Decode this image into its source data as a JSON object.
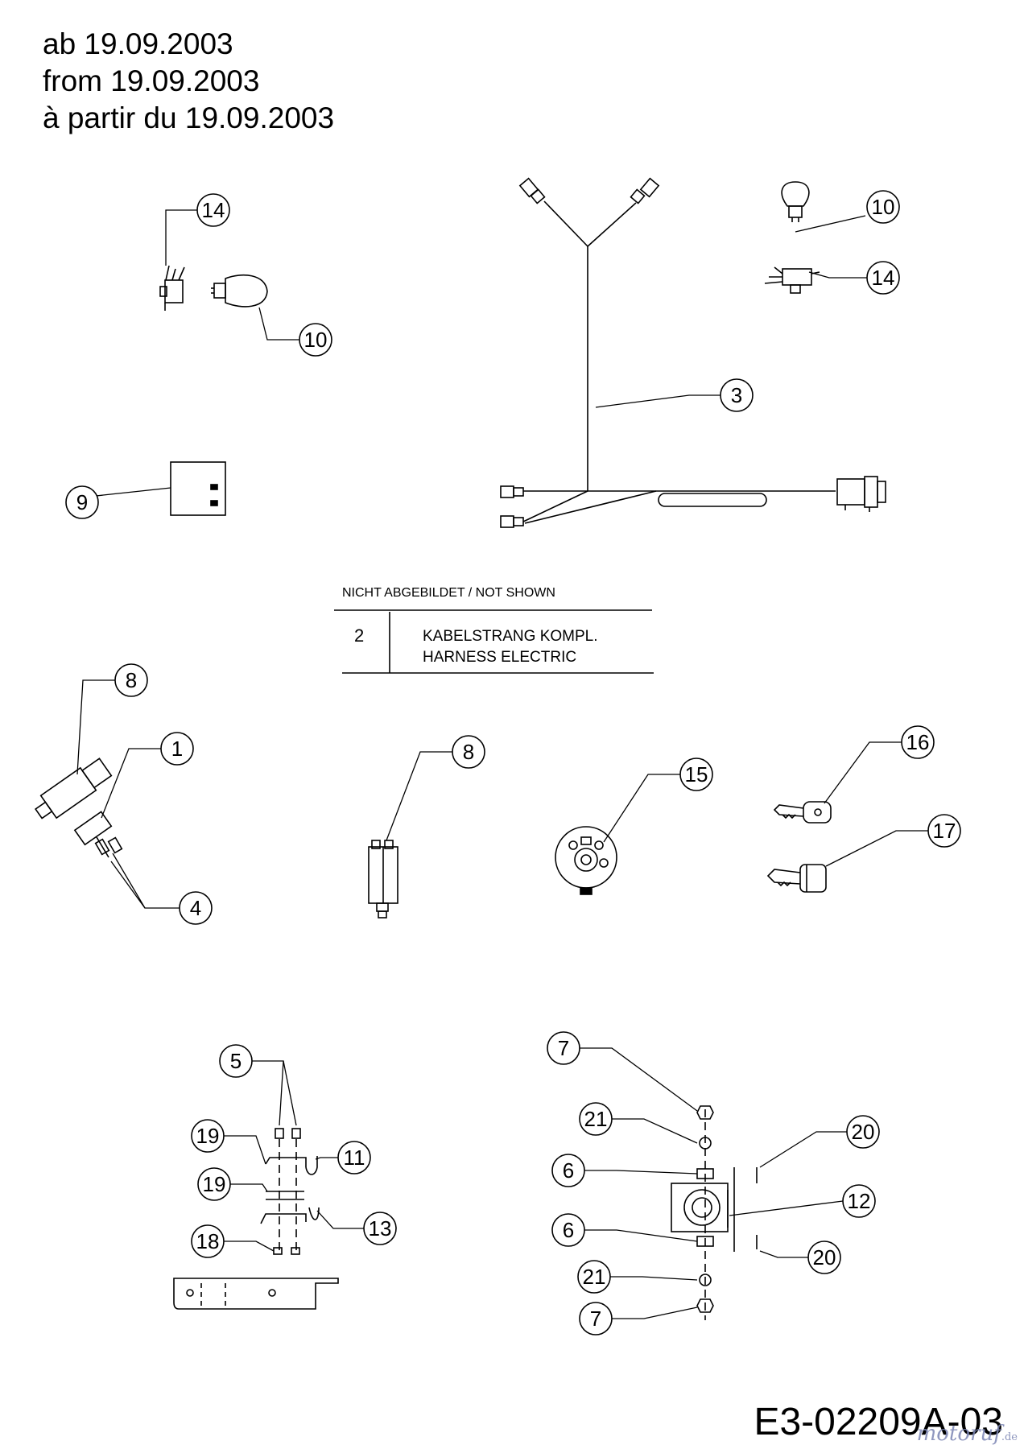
{
  "header": {
    "lines": [
      "ab 19.09.2003",
      "from 19.09.2003",
      "à partir du 19.09.2003"
    ]
  },
  "not_shown": {
    "title": "NICHT ABGEBILDET / NOT SHOWN",
    "number": "2",
    "desc_de": "KABELSTRANG KOMPL.",
    "desc_en": "HARNESS ELECTRIC"
  },
  "callouts": [
    "14",
    "10",
    "3",
    "10",
    "14",
    "9",
    "8",
    "1",
    "4",
    "8",
    "15",
    "16",
    "17",
    "5",
    "19",
    "11",
    "19",
    "13",
    "18",
    "7",
    "21",
    "6",
    "20",
    "12",
    "6",
    "20",
    "21",
    "7"
  ],
  "drawing_code": "E3-02209A-03",
  "watermark": {
    "brand": "motoruf",
    "suffix": ".de"
  }
}
